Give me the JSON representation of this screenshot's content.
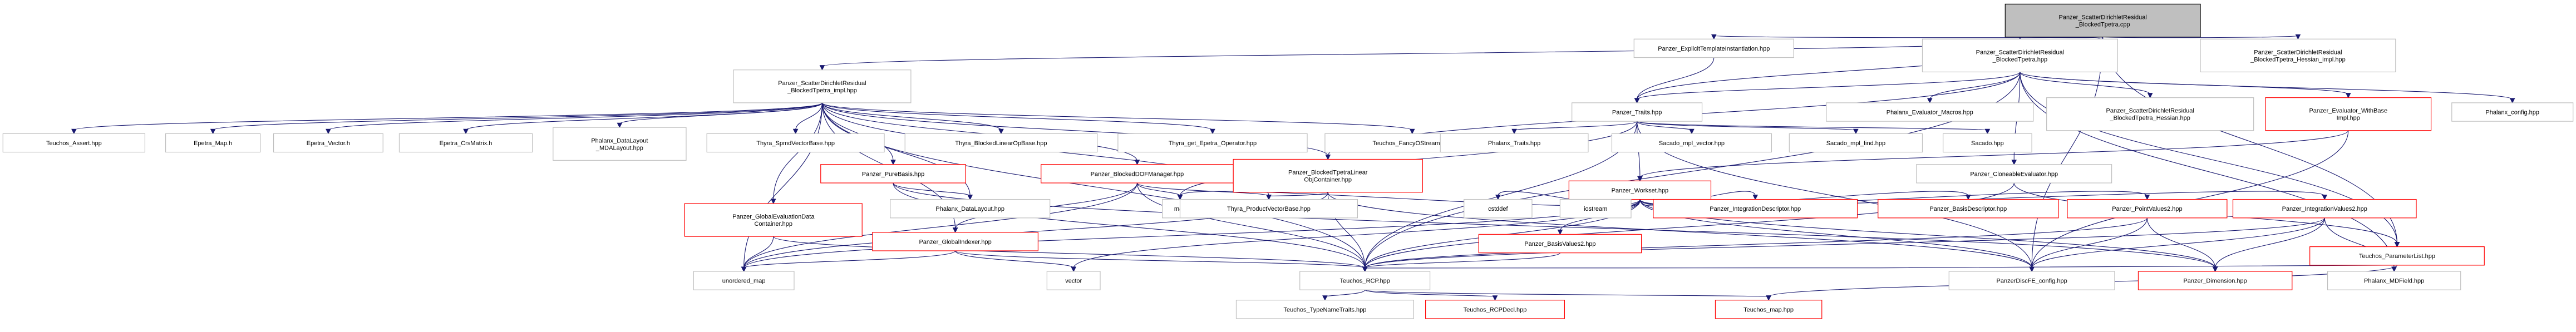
{
  "title": "Panzer_ScatterDirichletResidual_BlockedTpetra.cpp",
  "colors": {
    "background": "#ffffff",
    "root_fill": "#bfbfbf",
    "node_fill": "#ffffff",
    "node_border_plain": "#bfbfbf",
    "node_border_linked": "#ff0000",
    "edge": "#191970"
  },
  "nodes": [
    {
      "id": "root",
      "label": [
        "Panzer_ScatterDirichletResidual",
        "_BlockedTpetra.cpp"
      ],
      "kind": "root"
    },
    {
      "id": "eti",
      "label": [
        "Panzer_ExplicitTemplateInstantiation.hpp"
      ],
      "kind": "plain"
    },
    {
      "id": "sdrbt",
      "label": [
        "Panzer_ScatterDirichletResidual",
        "_BlockedTpetra.hpp"
      ],
      "kind": "plain"
    },
    {
      "id": "hess",
      "label": [
        "Panzer_ScatterDirichletResidual",
        "_BlockedTpetra_Hessian_impl.hpp"
      ],
      "kind": "plain"
    },
    {
      "id": "impl",
      "label": [
        "Panzer_ScatterDirichletResidual",
        "_BlockedTpetra_impl.hpp"
      ],
      "kind": "plain"
    },
    {
      "id": "traits",
      "label": [
        "Panzer_Traits.hpp"
      ],
      "kind": "plain"
    },
    {
      "id": "macros",
      "label": [
        "Phalanx_Evaluator_Macros.hpp"
      ],
      "kind": "plain"
    },
    {
      "id": "sdrbth",
      "label": [
        "Panzer_ScatterDirichletResidual",
        "_BlockedTpetra_Hessian.hpp"
      ],
      "kind": "plain"
    },
    {
      "id": "ewb",
      "label": [
        "Panzer_Evaluator_WithBase",
        "Impl.hpp"
      ],
      "kind": "linked"
    },
    {
      "id": "phxconfig",
      "label": [
        "Phalanx_config.hpp"
      ],
      "kind": "plain"
    },
    {
      "id": "tasset",
      "label": [
        "Teuchos_Assert.hpp"
      ],
      "kind": "plain"
    },
    {
      "id": "emap",
      "label": [
        "Epetra_Map.h"
      ],
      "kind": "plain"
    },
    {
      "id": "evec",
      "label": [
        "Epetra_Vector.h"
      ],
      "kind": "plain"
    },
    {
      "id": "ecrs",
      "label": [
        "Epetra_CrsMatrix.h"
      ],
      "kind": "plain"
    },
    {
      "id": "phxdl",
      "label": [
        "Phalanx_DataLayout",
        "_MDALayout.hpp"
      ],
      "kind": "plain"
    },
    {
      "id": "thyspmd",
      "label": [
        "Thyra_SpmdVectorBase.hpp"
      ],
      "kind": "plain"
    },
    {
      "id": "thyblk",
      "label": [
        "Thyra_BlockedLinearOpBase.hpp"
      ],
      "kind": "plain"
    },
    {
      "id": "thyget",
      "label": [
        "Thyra_get_Epetra_Operator.hpp"
      ],
      "kind": "plain"
    },
    {
      "id": "tfancy",
      "label": [
        "Teuchos_FancyOStream.hpp"
      ],
      "kind": "plain"
    },
    {
      "id": "purebasis",
      "label": [
        "Panzer_PureBasis.hpp"
      ],
      "kind": "linked"
    },
    {
      "id": "bdof",
      "label": [
        "Panzer_BlockedDOFManager.hpp"
      ],
      "kind": "linked"
    },
    {
      "id": "btloc",
      "label": [
        "Panzer_BlockedTpetraLinear",
        "ObjContainer.hpp"
      ],
      "kind": "linked"
    },
    {
      "id": "phxtraits",
      "label": [
        "Phalanx_Traits.hpp"
      ],
      "kind": "plain"
    },
    {
      "id": "sacmpiv",
      "label": [
        "Sacado_mpl_vector.hpp"
      ],
      "kind": "plain"
    },
    {
      "id": "sacmpif",
      "label": [
        "Sacado_mpl_find.hpp"
      ],
      "kind": "plain"
    },
    {
      "id": "sacado",
      "label": [
        "Sacado.hpp"
      ],
      "kind": "plain"
    },
    {
      "id": "cloneable",
      "label": [
        "Panzer_CloneableEvaluator.hpp"
      ],
      "kind": "plain"
    },
    {
      "id": "workset",
      "label": [
        "Panzer_Workset.hpp"
      ],
      "kind": "linked"
    },
    {
      "id": "gedc",
      "label": [
        "Panzer_GlobalEvaluationData",
        "Container.hpp"
      ],
      "kind": "linked"
    },
    {
      "id": "phxdl2",
      "label": [
        "Phalanx_DataLayout.hpp"
      ],
      "kind": "plain"
    },
    {
      "id": "gidx",
      "label": [
        "Panzer_GlobalIndexer.hpp"
      ],
      "kind": "linked"
    },
    {
      "id": "map",
      "label": [
        "map"
      ],
      "kind": "plain"
    },
    {
      "id": "thyprod",
      "label": [
        "Thyra_ProductVectorBase.hpp"
      ],
      "kind": "plain"
    },
    {
      "id": "bv2",
      "label": [
        "Panzer_BasisValues2.hpp"
      ],
      "kind": "linked"
    },
    {
      "id": "cstddef",
      "label": [
        "cstddef"
      ],
      "kind": "plain"
    },
    {
      "id": "iostream",
      "label": [
        "iostream"
      ],
      "kind": "plain"
    },
    {
      "id": "intdesc",
      "label": [
        "Panzer_IntegrationDescriptor.hpp"
      ],
      "kind": "linked"
    },
    {
      "id": "basisdesc",
      "label": [
        "Panzer_BasisDescriptor.hpp"
      ],
      "kind": "linked"
    },
    {
      "id": "pv2",
      "label": [
        "Panzer_PointValues2.hpp"
      ],
      "kind": "linked"
    },
    {
      "id": "iv2",
      "label": [
        "Panzer_IntegrationValues2.hpp"
      ],
      "kind": "linked"
    },
    {
      "id": "plist",
      "label": [
        "Teuchos_ParameterList.hpp"
      ],
      "kind": "linked"
    },
    {
      "id": "umap",
      "label": [
        "unordered_map"
      ],
      "kind": "plain"
    },
    {
      "id": "vector",
      "label": [
        "vector"
      ],
      "kind": "plain"
    },
    {
      "id": "rcp",
      "label": [
        "Teuchos_RCP.hpp"
      ],
      "kind": "plain"
    },
    {
      "id": "feconfig",
      "label": [
        "PanzerDiscFE_config.hpp"
      ],
      "kind": "plain"
    },
    {
      "id": "dimension",
      "label": [
        "Panzer_Dimension.hpp"
      ],
      "kind": "linked"
    },
    {
      "id": "mdfield",
      "label": [
        "Phalanx_MDField.hpp"
      ],
      "kind": "plain"
    },
    {
      "id": "typenametraits",
      "label": [
        "Teuchos_TypeNameTraits.hpp"
      ],
      "kind": "plain"
    },
    {
      "id": "rcpdecl",
      "label": [
        "Teuchos_RCPDecl.hpp"
      ],
      "kind": "linked"
    },
    {
      "id": "tmap",
      "label": [
        "Teuchos_map.hpp"
      ],
      "kind": "linked"
    }
  ],
  "edges": [
    [
      "root",
      "eti"
    ],
    [
      "root",
      "sdrbt"
    ],
    [
      "root",
      "hess"
    ],
    [
      "root",
      "impl"
    ],
    [
      "root",
      "traits"
    ],
    [
      "root",
      "plist"
    ],
    [
      "root",
      "feconfig"
    ],
    [
      "sdrbt",
      "traits"
    ],
    [
      "sdrbt",
      "macros"
    ],
    [
      "sdrbt",
      "sdrbth"
    ],
    [
      "sdrbt",
      "ewb"
    ],
    [
      "sdrbt",
      "phxconfig"
    ],
    [
      "sdrbt",
      "cloneable"
    ],
    [
      "sdrbt",
      "plist"
    ],
    [
      "sdrbt",
      "rcp"
    ],
    [
      "sdrbt",
      "mdfield"
    ],
    [
      "sdrbt",
      "btloc"
    ],
    [
      "eti",
      "traits"
    ],
    [
      "impl",
      "tasset"
    ],
    [
      "impl",
      "emap"
    ],
    [
      "impl",
      "evec"
    ],
    [
      "impl",
      "ecrs"
    ],
    [
      "impl",
      "phxdl"
    ],
    [
      "impl",
      "thyspmd"
    ],
    [
      "impl",
      "thyblk"
    ],
    [
      "impl",
      "thyget"
    ],
    [
      "impl",
      "tfancy"
    ],
    [
      "impl",
      "purebasis"
    ],
    [
      "impl",
      "bdof"
    ],
    [
      "impl",
      "btloc"
    ],
    [
      "impl",
      "gedc"
    ],
    [
      "impl",
      "phxdl2"
    ],
    [
      "impl",
      "gidx"
    ],
    [
      "impl",
      "rcp"
    ],
    [
      "impl",
      "umap"
    ],
    [
      "impl",
      "thyprod"
    ],
    [
      "traits",
      "phxtraits"
    ],
    [
      "traits",
      "sacmpiv"
    ],
    [
      "traits",
      "sacmpif"
    ],
    [
      "traits",
      "sacado"
    ],
    [
      "traits",
      "workset"
    ],
    [
      "traits",
      "rcp"
    ],
    [
      "traits",
      "feconfig"
    ],
    [
      "traits",
      "map"
    ],
    [
      "ewb",
      "workset"
    ],
    [
      "ewb",
      "feconfig"
    ],
    [
      "cloneable",
      "rcp"
    ],
    [
      "cloneable",
      "plist"
    ],
    [
      "purebasis",
      "phxdl2"
    ],
    [
      "purebasis",
      "rcp"
    ],
    [
      "purebasis",
      "dimension"
    ],
    [
      "bdof",
      "gidx"
    ],
    [
      "bdof",
      "map"
    ],
    [
      "bdof",
      "thyprod"
    ],
    [
      "bdof",
      "rcp"
    ],
    [
      "bdof",
      "umap"
    ],
    [
      "btloc",
      "thyprod"
    ],
    [
      "btloc",
      "rcp"
    ],
    [
      "btloc",
      "feconfig"
    ],
    [
      "btloc",
      "umap"
    ],
    [
      "workset",
      "map"
    ],
    [
      "workset",
      "bv2"
    ],
    [
      "workset",
      "cstddef"
    ],
    [
      "workset",
      "iostream"
    ],
    [
      "workset",
      "intdesc"
    ],
    [
      "workset",
      "basisdesc"
    ],
    [
      "workset",
      "pv2"
    ],
    [
      "workset",
      "iv2"
    ],
    [
      "workset",
      "dimension"
    ],
    [
      "workset",
      "vector"
    ],
    [
      "workset",
      "umap"
    ],
    [
      "workset",
      "feconfig"
    ],
    [
      "workset",
      "rcp"
    ],
    [
      "gedc",
      "umap"
    ],
    [
      "gedc",
      "rcp"
    ],
    [
      "gidx",
      "umap"
    ],
    [
      "gidx",
      "vector"
    ],
    [
      "gidx",
      "rcp"
    ],
    [
      "bv2",
      "rcp"
    ],
    [
      "pv2",
      "feconfig"
    ],
    [
      "pv2",
      "dimension"
    ],
    [
      "pv2",
      "rcp"
    ],
    [
      "iv2",
      "feconfig"
    ],
    [
      "iv2",
      "dimension"
    ],
    [
      "iv2",
      "rcp"
    ],
    [
      "iv2",
      "mdfield"
    ],
    [
      "plist",
      "rcp"
    ],
    [
      "plist",
      "tmap"
    ],
    [
      "rcp",
      "typenametraits"
    ],
    [
      "rcp",
      "rcpdecl"
    ],
    [
      "rcp",
      "tmap"
    ]
  ]
}
